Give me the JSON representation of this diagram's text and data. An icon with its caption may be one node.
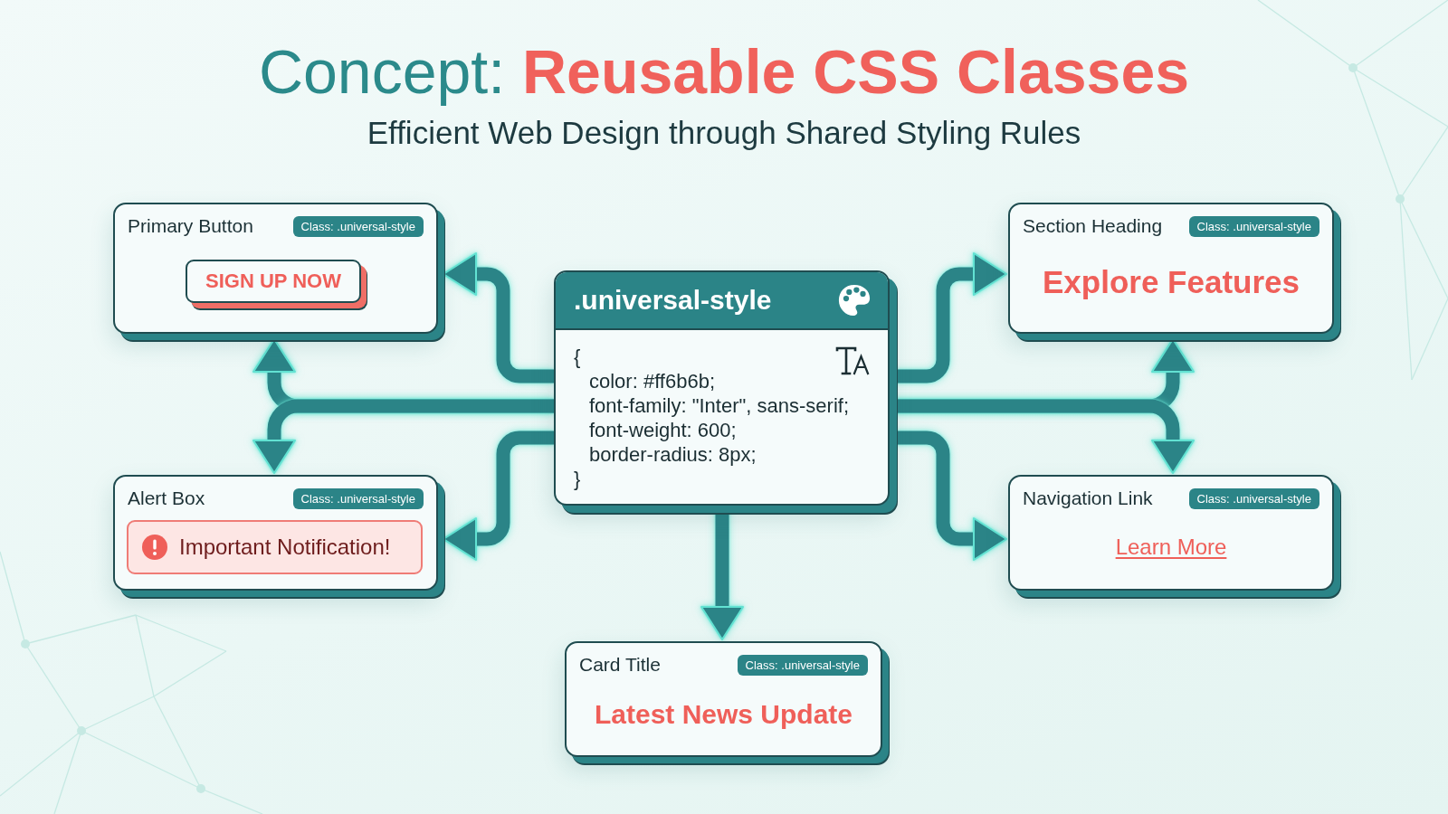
{
  "diagram": {
    "title": "Concept: **Reusable CSS Classes**",
    "nodes": [
      {
        "text": [
          "Primary Button"
        ]
      },
      {
        "text": [
          "Class: .universal-style"
        ],
        "in": 0
      },
      {
        "text": [
          "SIGN UP NOW"
        ],
        "in": 0
      },
      {
        "text": [
          ".universal-style",
          "{",
          "color: #ff6b6b;",
          "font-family: \"Inter\", sans-serif;",
          "font-weight: 600;",
          "border-radius: 8px;",
          "}"
        ]
      },
      {
        "text": [
          "Section Heading",
          "Explore Features"
        ]
      },
      {
        "text": [
          "Class: .universal-style"
        ],
        "in": 4
      },
      {
        "text": [
          "Alert Box"
        ]
      },
      {
        "text": [
          "Class: .universal-style"
        ],
        "in": 6
      },
      {
        "text": [
          "Important Notification!"
        ],
        "in": 6
      },
      {
        "text": [
          "Navigation Link",
          "Learn More"
        ]
      },
      {
        "text": [
          "Class: .universal-style"
        ],
        "in": 9
      },
      {
        "text": [
          "Card Title",
          "Latest News Update"
        ]
      },
      {
        "text": [
          "Class: .universal-style"
        ],
        "in": 11
      }
    ],
    "edges": [
      {
        "from": 3,
        "to": 0,
        "arrow": "to"
      },
      {
        "from": 3,
        "to": 0,
        "arrow": "to"
      },
      {
        "from": 3,
        "to": 6,
        "arrow": "to"
      },
      {
        "from": 3,
        "to": 6,
        "arrow": "to"
      },
      {
        "from": 3,
        "to": 4,
        "arrow": "to"
      },
      {
        "from": 3,
        "to": 4,
        "arrow": "to"
      },
      {
        "from": 3,
        "to": 9,
        "arrow": "to"
      },
      {
        "from": 3,
        "to": 9,
        "arrow": "to"
      },
      {
        "from": 3,
        "to": 11,
        "arrow": "to"
      }
    ],
    "labels": [
      "Efficient Web Design through Shared Styling Rules"
    ]
  }
}
